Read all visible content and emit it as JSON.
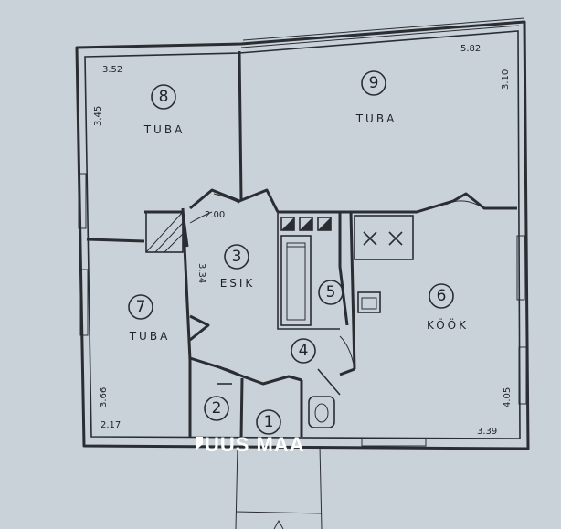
{
  "rooms": [
    {
      "number": "8",
      "label": "TUBA"
    },
    {
      "number": "9",
      "label": "TUBA"
    },
    {
      "number": "3",
      "label": "ESIK"
    },
    {
      "number": "7",
      "label": "TUBA"
    },
    {
      "number": "6",
      "label": "KÖÖK"
    },
    {
      "number": "5",
      "label": ""
    },
    {
      "number": "4",
      "label": ""
    },
    {
      "number": "2",
      "label": ""
    },
    {
      "number": "1",
      "label": ""
    }
  ],
  "dimensions": {
    "room8_width": "3.52",
    "room8_height": "3.45",
    "room9_width": "5.82",
    "room9_height": "3.10",
    "room3_width": "2.00",
    "room3_height": "3.34",
    "room7_height": "3.66",
    "room7_width": "2.17",
    "room6_height": "4.05",
    "room6_width": "3.39"
  },
  "brand": {
    "name": "UUS MAA",
    "logo_color": "#ffffff"
  },
  "colors": {
    "paper": "#c9d2d8",
    "ink": "#2a2e33"
  }
}
